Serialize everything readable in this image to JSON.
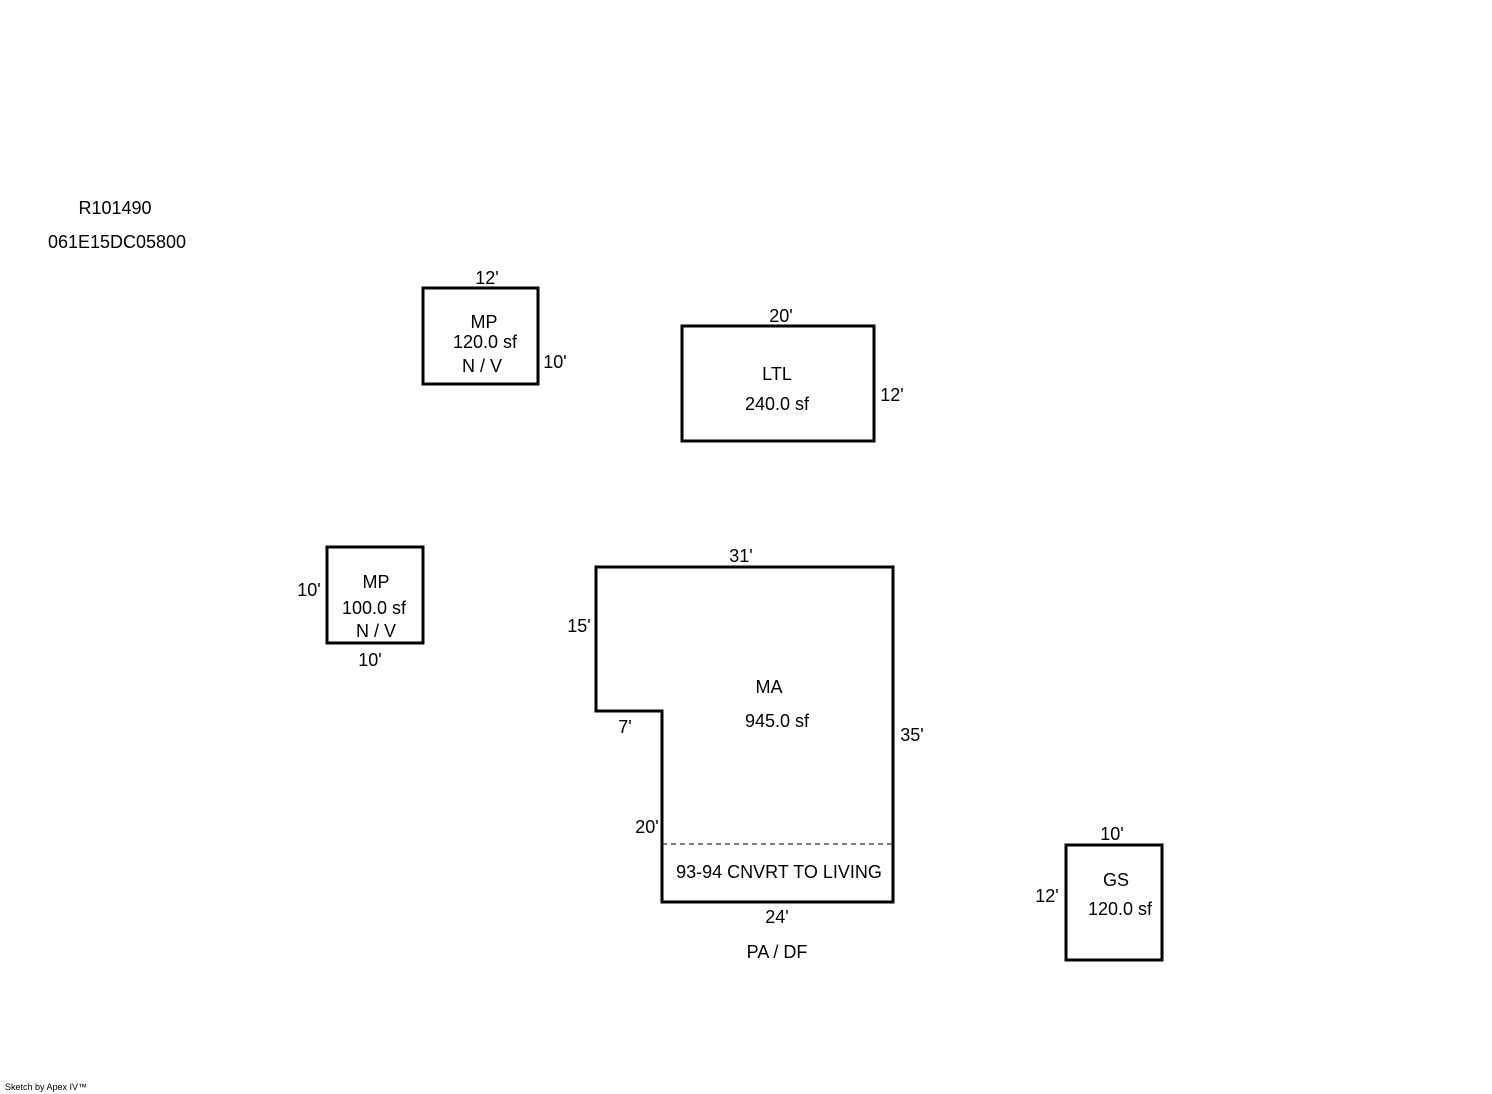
{
  "header": {
    "account_id": "R101490",
    "map_tax_lot": "061E15DC05800"
  },
  "areas": {
    "mp_upper": {
      "code": "MP",
      "area": "120.0 sf",
      "note": "N / V",
      "dims": {
        "top": "12'",
        "right": "10'"
      }
    },
    "ltl": {
      "code": "LTL",
      "area": "240.0 sf",
      "dims": {
        "top": "20'",
        "right": "12'"
      }
    },
    "mp_lower": {
      "code": "MP",
      "area": "100.0 sf",
      "note": "N / V",
      "dims": {
        "left": "10'",
        "bottom": "10'"
      }
    },
    "ma": {
      "code": "MA",
      "area": "945.0 sf",
      "conversion_note": "93-94 CNVRT TO LIVING",
      "below_note": "PA / DF",
      "dims": {
        "top": "31'",
        "upper_left": "15'",
        "notch": "7'",
        "right": "35'",
        "lower_left": "20'",
        "bottom": "24'"
      }
    },
    "gs": {
      "code": "GS",
      "area": "120.0 sf",
      "dims": {
        "top": "10'",
        "left": "12'"
      }
    }
  },
  "footer": {
    "credit": "Sketch by Apex IV™"
  },
  "colors": {
    "line": "#000000",
    "background": "#ffffff"
  }
}
